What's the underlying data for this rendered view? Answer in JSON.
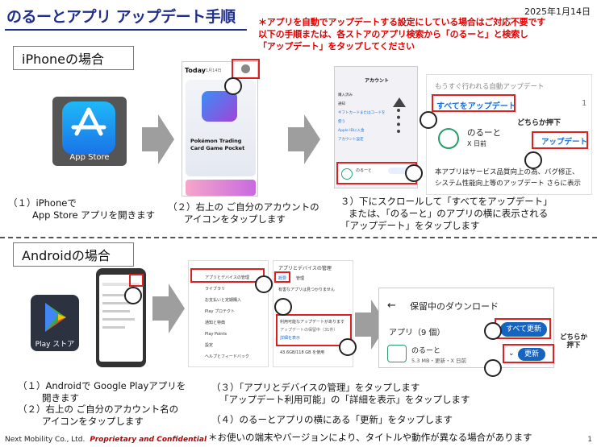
{
  "title": "のるーとアプリ アップデート手順",
  "date": "2025年1月14日",
  "notice": [
    "＊アプリを自動でアップデートする設定にしている場合はご対応不要です",
    "以下の手順または、各ストアのアプリ検索から「のるーと」と検索し",
    "「アップデート」をタップしてください"
  ],
  "iphone": {
    "heading": "iPhoneの場合",
    "appstore_label": "App Store",
    "step1": [
      "（１）iPhoneで",
      "App Store アプリを開きます"
    ],
    "step2": [
      "（２）右上の ご自分のアカウントの",
      "アイコンをタップします"
    ],
    "step3": [
      "３）下にスクロールして「すべてをアップデート」",
      "または、「のるーと」のアプリの横に表示される",
      "「アップデート」をタップします"
    ],
    "today_title": "Today",
    "today_date": "1月14日",
    "card_title": [
      "Pokémon Trading",
      "Card Game Pocket"
    ],
    "account_label": "アカウント",
    "update_header": "もうすぐ行われる自動アップデート",
    "update_all": "すべてをアップデート",
    "update_count": "1",
    "either": "どちらか押下",
    "app_name": "のるーと",
    "app_sub": "X 日前",
    "update_btn": "アップデート",
    "desc": [
      "本アプリはサービス品質向上の為、バグ修正、",
      "システム性能向上等のアップデート さらに表示"
    ],
    "small_list": [
      "購入済み",
      "通知",
      "ギフトカードまたはコードを使う",
      "Apple IDに入金",
      "アカウント設定"
    ]
  },
  "android": {
    "heading": "Androidの場合",
    "playstore_label": "Play ストア",
    "step1": [
      "（１）Androidで Google Playアプリを",
      "開きます"
    ],
    "step2": [
      "（２）右上の ご自分のアカウント名の",
      "アイコンをタップします"
    ],
    "step3": [
      "（３）「アプリとデバイスの管理」をタップします",
      "「アップデート利用可能」の「詳細を表示」をタップします"
    ],
    "step4": "（４）のるーとアプリの横にある「更新」をタップします",
    "note": "＊お使いの端末やバージョンにより、タイトルや動作が異なる場合があります",
    "menu": [
      "アプリとデバイスの管理",
      "ライブラリ",
      "お支払いと定期購入",
      "Play プロテクト",
      "通知と特典",
      "Play Points",
      "設定",
      "ヘルプとフィードバック"
    ],
    "manage_title": "アプリとデバイスの管理",
    "manage_items": [
      "概要",
      "管理",
      "有害なアプリは見つかりません",
      "利用可能なアップデートがあります",
      "アップデートの保留中（31件）",
      "詳細を表示",
      "43.6GB/118 GB を使用"
    ],
    "pending_title": "保留中のダウンロード",
    "apps_count": "アプリ（9 個）",
    "update_all_btn": "すべて更新",
    "either": [
      "どちらか",
      "押下"
    ],
    "app_name": "のるーと",
    "app_meta": "5.3 MB・更新・X 日前",
    "update_btn": "更新"
  },
  "footer": {
    "company": "Next Mobility Co., Ltd.",
    "conf": "Proprietary and Confidential",
    "page": "1"
  }
}
